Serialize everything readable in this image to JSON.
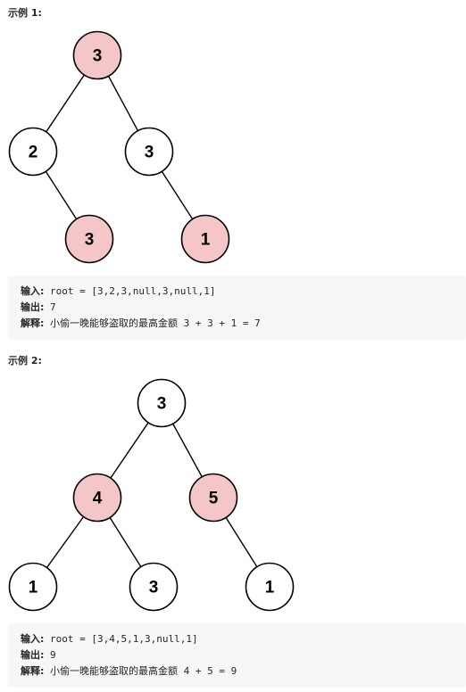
{
  "colors": {
    "highlight_fill": "#f5c6c8",
    "normal_fill": "#ffffff",
    "box_background": "#f7f7f8"
  },
  "examples": [
    {
      "title": "示例 1:",
      "tree": {
        "nodes": [
          {
            "id": "a",
            "value": "3",
            "highlight": true
          },
          {
            "id": "b",
            "value": "2",
            "highlight": false
          },
          {
            "id": "c",
            "value": "3",
            "highlight": false
          },
          {
            "id": "d",
            "value": "3",
            "highlight": true
          },
          {
            "id": "e",
            "value": "1",
            "highlight": true
          }
        ],
        "edges": [
          [
            "a",
            "b"
          ],
          [
            "a",
            "c"
          ],
          [
            "b",
            "d"
          ],
          [
            "c",
            "e"
          ]
        ]
      },
      "input_label": "输入:",
      "input_value": " root = [3,2,3,null,3,null,1]",
      "output_label": "输出:",
      "output_value": " 7",
      "explanation_label": "解释:",
      "explanation_value": " 小偷一晚能够盗取的最高金额 3 + 3 + 1 = 7"
    },
    {
      "title": "示例 2:",
      "tree": {
        "nodes": [
          {
            "id": "a",
            "value": "3",
            "highlight": false
          },
          {
            "id": "b",
            "value": "4",
            "highlight": true
          },
          {
            "id": "c",
            "value": "5",
            "highlight": true
          },
          {
            "id": "d",
            "value": "1",
            "highlight": false
          },
          {
            "id": "e",
            "value": "3",
            "highlight": false
          },
          {
            "id": "f",
            "value": "1",
            "highlight": false
          }
        ],
        "edges": [
          [
            "a",
            "b"
          ],
          [
            "a",
            "c"
          ],
          [
            "b",
            "d"
          ],
          [
            "b",
            "e"
          ],
          [
            "c",
            "f"
          ]
        ]
      },
      "input_label": "输入:",
      "input_value": " root = [3,4,5,1,3,null,1]",
      "output_label": "输出:",
      "output_value": " 9",
      "explanation_label": "解释:",
      "explanation_value": " 小偷一晚能够盗取的最高金额 4 + 5 = 9"
    }
  ]
}
